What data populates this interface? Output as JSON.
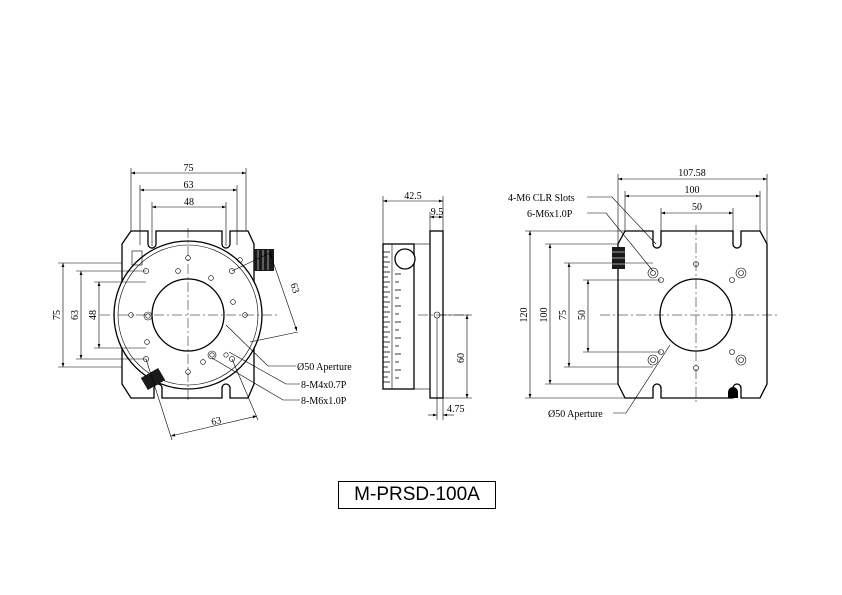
{
  "model_name": "M-PRSD-100A",
  "front_view": {
    "dim_top_outer": "75",
    "dim_top_mid": "63",
    "dim_top_inner": "48",
    "dim_left_outer": "75",
    "dim_left_mid": "63",
    "dim_left_inner": "48",
    "dim_diag_right": "63",
    "dim_diag_bottom": "63",
    "label_aperture": "Ø50 Aperture",
    "label_m4": "8-M4x0.7P",
    "label_m6": "8-M6x1.0P"
  },
  "side_view": {
    "dim_width": "42.5",
    "dim_plate": "9.5",
    "dim_height": "60",
    "dim_offset": "4.75"
  },
  "bottom_view": {
    "dim_width_outer": "107.58",
    "dim_width_mid": "100",
    "dim_width_inner": "50",
    "dim_height_outer": "120",
    "dim_height_mid": "100",
    "dim_height_75": "75",
    "dim_height_50": "50",
    "label_slots": "4-M6 CLR Slots",
    "label_m6": "6-M6x1.0P",
    "label_aperture": "Ø50 Aperture"
  }
}
